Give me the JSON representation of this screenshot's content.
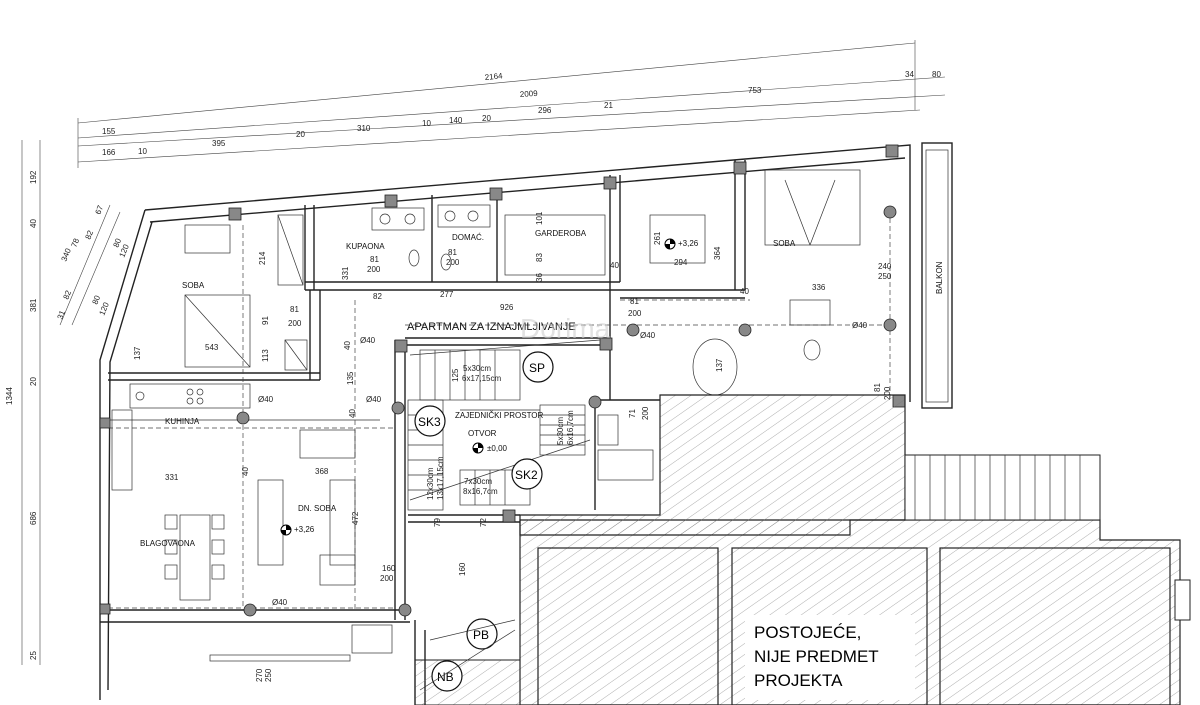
{
  "dimensions": {
    "top_total": "2164",
    "top_row2": [
      "2009",
      "34",
      "80"
    ],
    "top_row3": [
      "20",
      "310",
      "10",
      "140",
      "20",
      "296",
      "21",
      "753",
      "155"
    ],
    "top_row4": [
      "166",
      "10",
      "395"
    ],
    "left": [
      "1344",
      "192",
      "40",
      "381",
      "20",
      "686",
      "25"
    ],
    "left_diag": [
      "340",
      "78",
      "82",
      "67",
      "82",
      "31",
      "80",
      "120",
      "80",
      "120"
    ]
  },
  "rooms": {
    "soba_left": "SOBA",
    "kupaona": "KUPAONA",
    "domac": "DOMAĆ.",
    "garderoba": "GARDEROBA",
    "soba_right": "SOBA",
    "balkon": "BALKON",
    "apartman": "APARTMAN ZA IZNAJMLJIVANJE",
    "kuhinja": "KUHINJA",
    "zajednicki": "ZAJEDNIČKI PROSTOR",
    "otvor": "OTVOR",
    "dn_soba": "DN. SOBA",
    "blagovaona": "BLAGOVAONA"
  },
  "levels": {
    "apartman": "+3,26",
    "zajednicki": "±0,00",
    "dn_soba": "+3,26"
  },
  "labels": {
    "d214": "214",
    "d331a": "331",
    "d81_200a": "81",
    "d200a": "200",
    "d81_200b": "81",
    "d200b": "200",
    "d101": "101",
    "d83": "83",
    "d36": "36",
    "d40a": "40",
    "d261": "261",
    "d294": "294",
    "d364": "364",
    "d240": "240",
    "d250": "250",
    "d82": "82",
    "d277": "277",
    "d926": "926",
    "d40b": "40",
    "d336": "336",
    "d81_200c": "81",
    "d200c": "200",
    "d81_200d": "81",
    "d200d": "200",
    "d543": "543",
    "d91": "91",
    "d113": "113",
    "d137a": "137",
    "d135": "135",
    "d40c": "40",
    "d137b": "137",
    "d81e": "81",
    "d200e": "200",
    "o40a": "Ø40",
    "o40b": "Ø40",
    "o40c": "Ø40",
    "o40d": "Ø40",
    "o40e": "Ø40",
    "o40f": "Ø40",
    "st1a": "5x30cm",
    "st1b": "6x17,15cm",
    "st2a": "5x30cm",
    "st2b": "6x16,7cm",
    "st3a": "7x30cm",
    "st3b": "8x16,7cm",
    "st4a": "12x30cm",
    "st4b": "13x17,15cm",
    "d125": "125",
    "d71": "71",
    "d200f": "200",
    "d331b": "331",
    "d368": "368",
    "d472": "472",
    "d40d": "40",
    "d40e": "40",
    "d79": "79",
    "d72": "72",
    "d160": "160",
    "d200g": "200",
    "d160b": "160",
    "d270": "270",
    "d250b": "250"
  },
  "markers": {
    "sp": "SP",
    "sk3": "SK3",
    "sk2": "SK2",
    "pb": "PB",
    "nb": "NB"
  },
  "note": {
    "line1": "POSTOJEĆE,",
    "line2": "NIJE PREDMET",
    "line3": "PROJEKTA"
  },
  "watermark": "Dorima"
}
